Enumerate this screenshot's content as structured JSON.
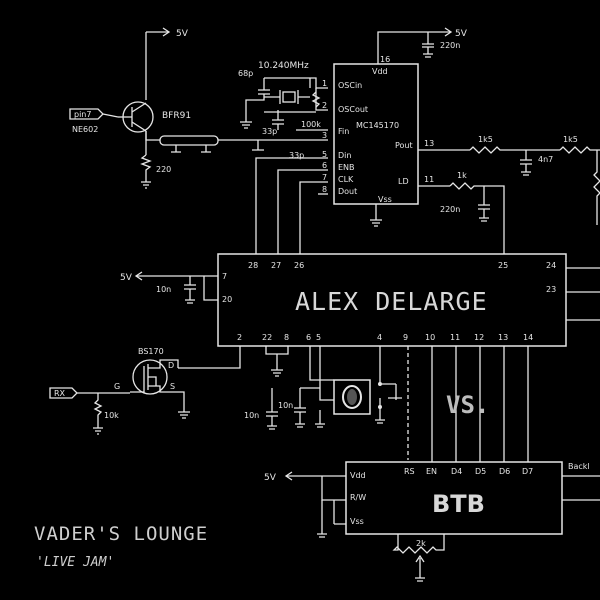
{
  "cover": {
    "title": "VADER'S LOUNGE",
    "subtitle": "'LIVE JAM'",
    "vs": "VS."
  },
  "chips": {
    "main": {
      "label": "ALEX DELARGE",
      "pins_top": [
        "28",
        "27",
        "26",
        "25"
      ],
      "pins_bottom": [
        "2",
        "22",
        "8",
        "6",
        "5",
        "4",
        "9",
        "10",
        "11",
        "12",
        "13",
        "14"
      ],
      "pins_left": [
        "7",
        "20"
      ],
      "pins_right": [
        "24",
        "23"
      ]
    },
    "synth": {
      "label": "MC145170",
      "pins_left": [
        "OSCin",
        "OSCout",
        "Fin",
        "Din",
        "ENB",
        "CLK",
        "Dout"
      ],
      "pins_right": [
        "Pout",
        "LD"
      ],
      "vdd": "Vdd",
      "vss": "Vss",
      "pin_numbers": [
        "16",
        "1",
        "2",
        "3",
        "5",
        "6",
        "7",
        "8",
        "13",
        "11"
      ]
    },
    "lcd": {
      "label": "BTB",
      "pins_top": [
        "RS",
        "EN",
        "D4",
        "D5",
        "D6",
        "D7"
      ],
      "pins_left": [
        "Vdd",
        "R/W",
        "Vss"
      ],
      "backlight": "Backl"
    }
  },
  "components": {
    "vcc": "5V",
    "cap_220n_top": "220n",
    "cap_68p": "68p",
    "crystal": "10.240MHz",
    "cap_33p_a": "33p",
    "cap_33p_b": "33p",
    "res_100k": "100k",
    "transistor": "BFR91",
    "pin_label": "pin7",
    "mixer": "NE602",
    "res_220": "220",
    "res_1k5_a": "1k5",
    "res_1k5_b": "1k5",
    "cap_4n7": "4n7",
    "res_1k": "1k",
    "cap_220n_b": "220n",
    "cap_10n_a": "10n",
    "mosfet": "BS170",
    "mos_d": "D",
    "mos_g": "G",
    "mos_s": "S",
    "rx": "RX",
    "res_10k": "10k",
    "cap_10n_b": "10n",
    "cap_10n_c": "10n",
    "pot_2k": "2k",
    "num_1": "1",
    "num_2": "2",
    "num_3": "3",
    "num_4": "4"
  }
}
